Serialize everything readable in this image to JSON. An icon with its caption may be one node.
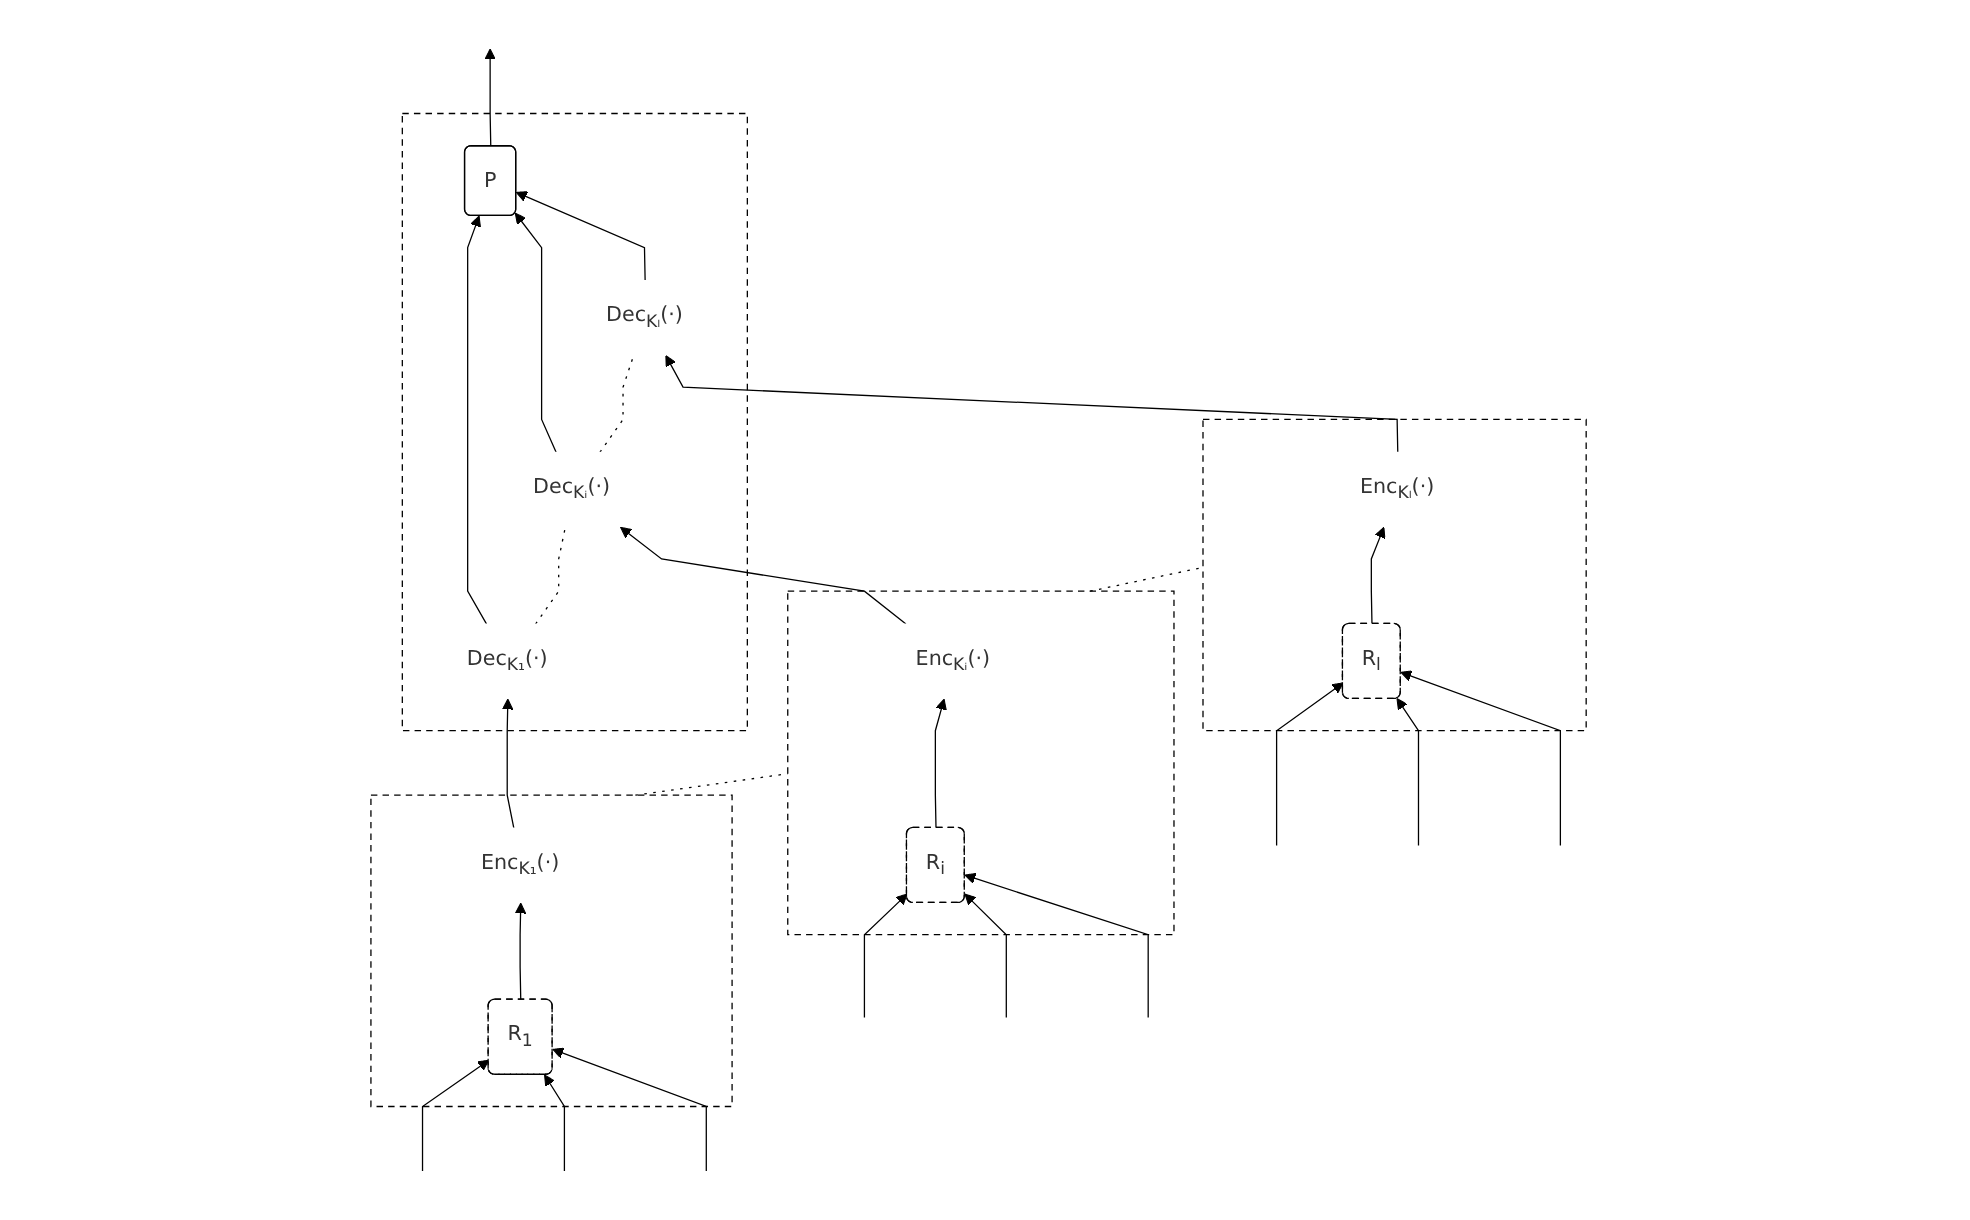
{
  "diagram": {
    "nodes": [
      {
        "text": [],
        "shape": "box"
      },
      {
        "text": [
          "P"
        ],
        "in": 0
      },
      {
        "text": [
          "Dec$_{K₁}$(·)"
        ],
        "in": 0
      },
      {
        "text": [
          "Dec$_{Kᵢ}$(·)"
        ],
        "in": 0
      },
      {
        "text": [
          "Dec$_{Kₗ}$(·)"
        ],
        "in": 0
      },
      {
        "text": [],
        "shape": "box"
      },
      {
        "text": [
          "Enc$_{K₁}$(·)"
        ],
        "in": 5
      },
      {
        "text": [
          "R$_{1}$"
        ],
        "in": 5
      },
      {
        "text": [],
        "shape": "box"
      },
      {
        "text": [
          "Enc$_{Kᵢ}$(·)"
        ],
        "in": 8
      },
      {
        "text": [
          "R$_{i}$"
        ],
        "in": 8
      },
      {
        "text": [],
        "shape": "box"
      },
      {
        "text": [
          "Enc$_{Kₗ}$(·)"
        ],
        "in": 11
      },
      {
        "text": [
          "R$_{l}$"
        ],
        "in": 11
      }
    ],
    "edges": [
      {
        "from": 1,
        "to": null,
        "arrow": "to"
      },
      {
        "from": 2,
        "to": 1,
        "arrow": "to"
      },
      {
        "from": 3,
        "to": 1,
        "arrow": "to"
      },
      {
        "from": 4,
        "to": 1,
        "arrow": "to"
      },
      {
        "from": 2,
        "to": 3,
        "arrow": "none",
        "style": "dashed"
      },
      {
        "from": 3,
        "to": 4,
        "arrow": "none",
        "style": "dashed"
      },
      {
        "from": 6,
        "to": 2,
        "arrow": "to"
      },
      {
        "from": 9,
        "to": 3,
        "arrow": "to"
      },
      {
        "from": 12,
        "to": 4,
        "arrow": "to"
      },
      {
        "from": 7,
        "to": 6,
        "arrow": "to"
      },
      {
        "from": 10,
        "to": 9,
        "arrow": "to"
      },
      {
        "from": 13,
        "to": 12,
        "arrow": "to"
      },
      {
        "from": 5,
        "to": 8,
        "arrow": "none",
        "style": "dashed"
      },
      {
        "from": 8,
        "to": 11,
        "arrow": "none",
        "style": "dashed"
      },
      {
        "from": null,
        "to": 7,
        "arrow": "to"
      },
      {
        "from": null,
        "to": 7,
        "arrow": "to"
      },
      {
        "from": null,
        "to": 7,
        "arrow": "to"
      },
      {
        "from": null,
        "to": 10,
        "arrow": "to"
      },
      {
        "from": null,
        "to": 10,
        "arrow": "to"
      },
      {
        "from": null,
        "to": 10,
        "arrow": "to"
      },
      {
        "from": null,
        "to": 13,
        "arrow": "to"
      },
      {
        "from": null,
        "to": 13,
        "arrow": "to"
      },
      {
        "from": null,
        "to": 13,
        "arrow": "to"
      }
    ]
  }
}
